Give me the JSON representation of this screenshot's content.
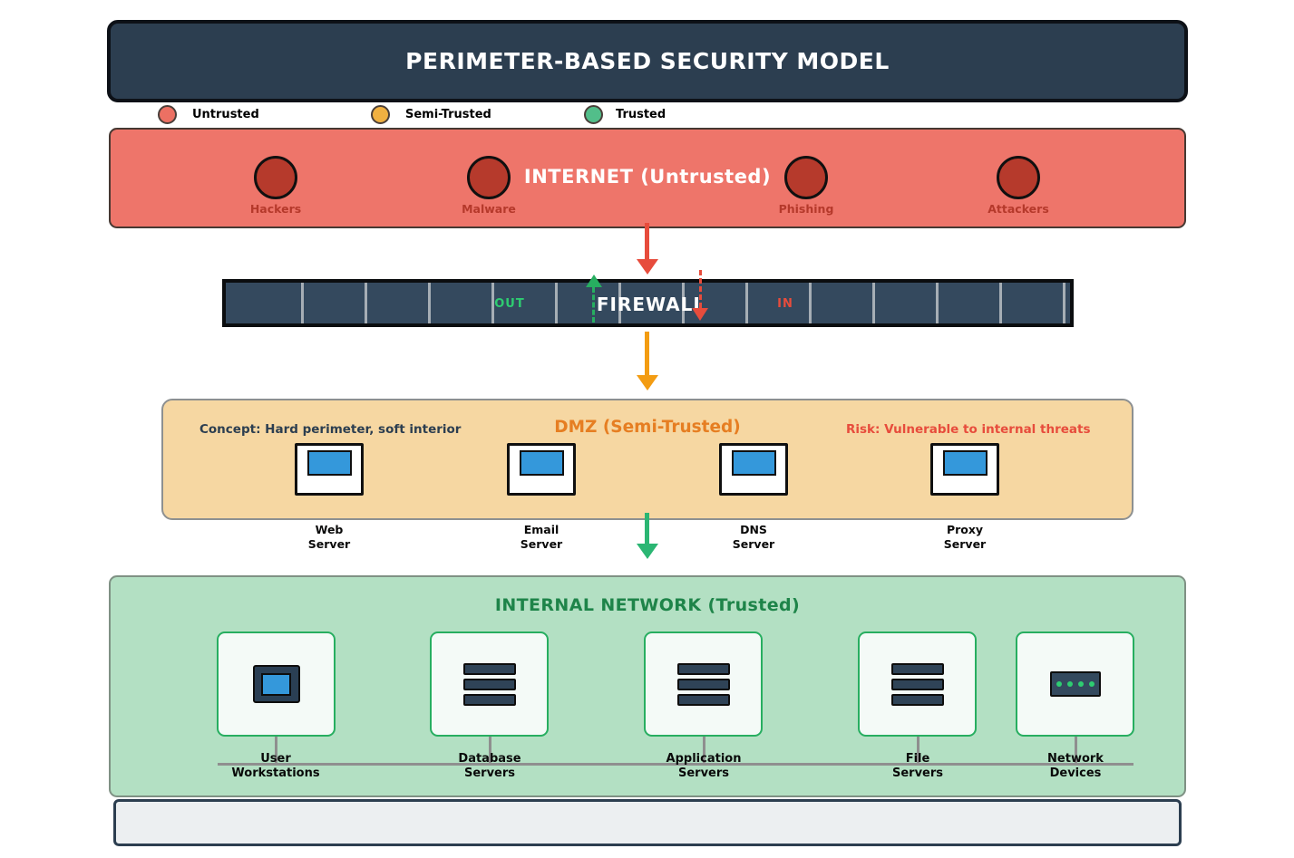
{
  "title_bar": {
    "text": "PERIMETER-BASED SECURITY MODEL"
  },
  "legend": {
    "items": [
      {
        "label": "Untrusted",
        "color": "#ec7063",
        "icon": "legend-dot-untrusted-icon"
      },
      {
        "label": "Semi-Trusted",
        "color": "#f0b041",
        "icon": "legend-dot-semi-trusted-icon"
      },
      {
        "label": "Trusted",
        "color": "#52be8a",
        "icon": "legend-dot-trusted-icon"
      }
    ]
  },
  "internet": {
    "heading": "INTERNET (Untrusted)",
    "threats": [
      {
        "label": "Hackers"
      },
      {
        "label": "Malware"
      },
      {
        "label": "Phishing"
      },
      {
        "label": "Attackers"
      }
    ]
  },
  "firewall": {
    "label": "FIREWALL",
    "out": "OUT",
    "in": "IN"
  },
  "dmz": {
    "heading": "DMZ (Semi-Trusted)",
    "servers": [
      {
        "line1": "Web",
        "line2": "Server",
        "icon": "monitor-icon"
      },
      {
        "line1": "Email",
        "line2": "Server",
        "icon": "monitor-icon"
      },
      {
        "line1": "DNS",
        "line2": "Server",
        "icon": "monitor-icon"
      },
      {
        "line1": "Proxy",
        "line2": "Server",
        "icon": "monitor-icon"
      }
    ]
  },
  "internal": {
    "heading": "INTERNAL NETWORK (Trusted)",
    "nodes": [
      {
        "line1": "User",
        "line2": "Workstations",
        "icon": "workstation-monitor-icon"
      },
      {
        "line1": "Database",
        "line2": "Servers",
        "icon": "server-stack-icon"
      },
      {
        "line1": "Application",
        "line2": "Servers",
        "icon": "server-stack-icon"
      },
      {
        "line1": "File",
        "line2": "Servers",
        "icon": "server-stack-icon"
      },
      {
        "line1": "Network",
        "line2": "Devices",
        "icon": "network-switch-icon"
      }
    ]
  },
  "footer": {
    "concept": "Concept: Hard perimeter, soft interior",
    "risk": "Risk: Vulnerable to internal threats"
  },
  "colors": {
    "title_bg": "#2c3e50",
    "internet_band": "#ee756a",
    "threat_circle": "#b63a2c",
    "firewall_bg": "#34495e",
    "out_green": "#2ecc71",
    "in_red": "#e74c3c",
    "dmz_band": "#f6d7a2",
    "dmz_heading": "#e67e22",
    "internal_band": "#b3e0c3",
    "internal_heading": "#1e8449",
    "screen_blue": "#3498db",
    "arrow_red": "#e74c3c",
    "arrow_orange": "#f39c12",
    "arrow_green": "#27ae60",
    "risk_text": "#e74c3c"
  }
}
